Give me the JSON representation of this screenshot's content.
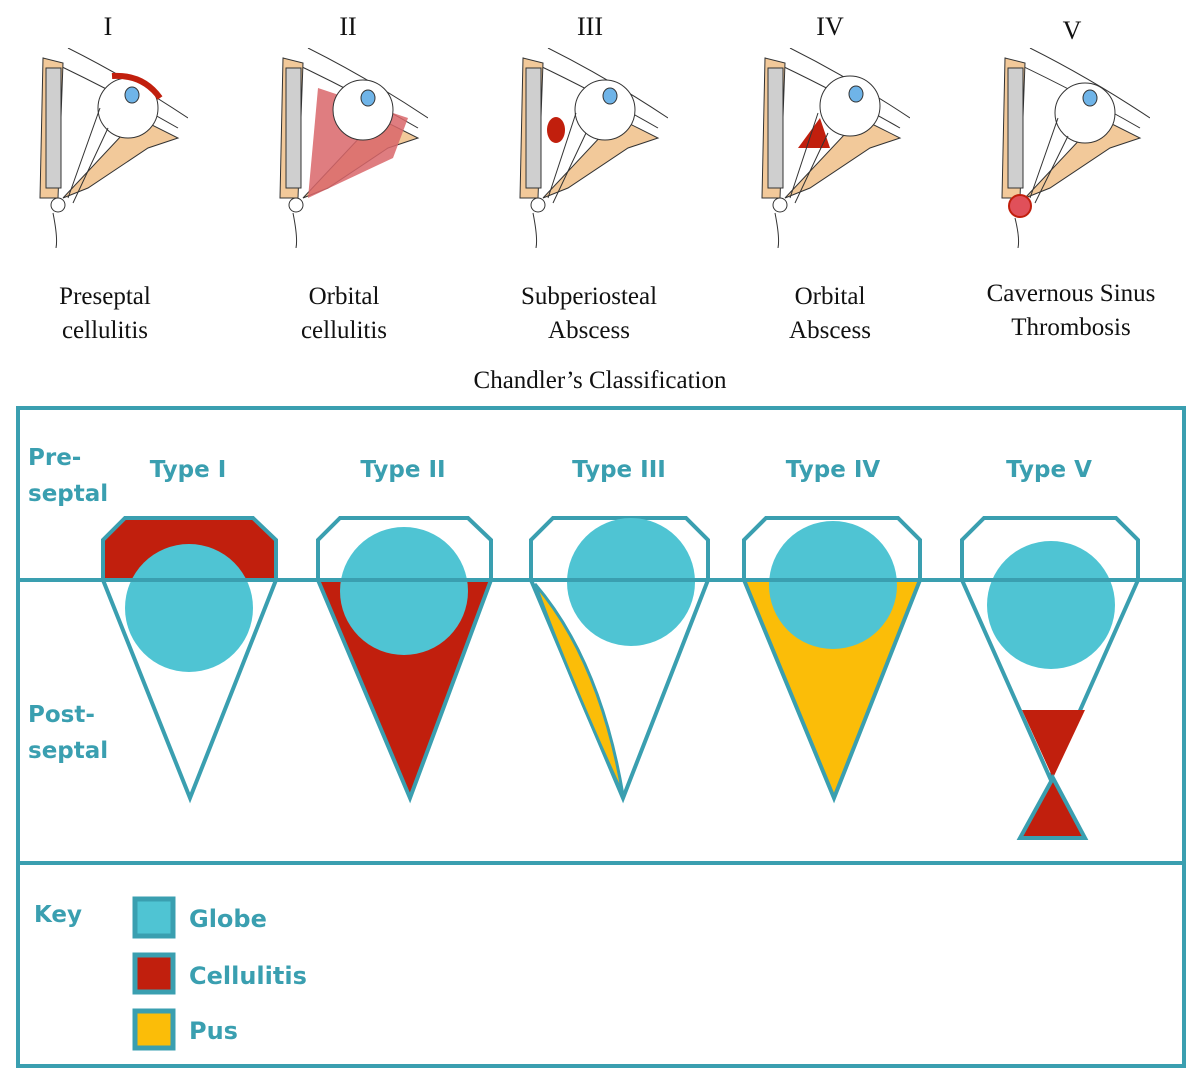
{
  "stages": [
    {
      "numeral": "I",
      "line1": "Preseptal",
      "line2": "cellulitis",
      "type": "Type I"
    },
    {
      "numeral": "II",
      "line1": "Orbital",
      "line2": "cellulitis",
      "type": "Type II"
    },
    {
      "numeral": "III",
      "line1": "Subperiosteal",
      "line2": "Abscess",
      "type": "Type III"
    },
    {
      "numeral": "IV",
      "line1": "Orbital",
      "line2": "Abscess",
      "type": "Type IV"
    },
    {
      "numeral": "V",
      "line1": "Cavernous Sinus",
      "line2": "Thrombosis",
      "type": "Type V"
    }
  ],
  "title": "Chandler’s Classification",
  "regions": {
    "pre_line1": "Pre-",
    "pre_line2": "septal",
    "post_line1": "Post-",
    "post_line2": "septal"
  },
  "key": {
    "label": "Key",
    "items": [
      {
        "label": "Globe",
        "color": "#4fc4d3"
      },
      {
        "label": "Cellulitis",
        "color": "#c11f0d"
      },
      {
        "label": "Pus",
        "color": "#fbbd08"
      }
    ]
  },
  "colors": {
    "border": "#3a9fb0",
    "globe": "#4fc4d3",
    "cellulitis": "#c11f0d",
    "pus": "#fbbd08"
  }
}
